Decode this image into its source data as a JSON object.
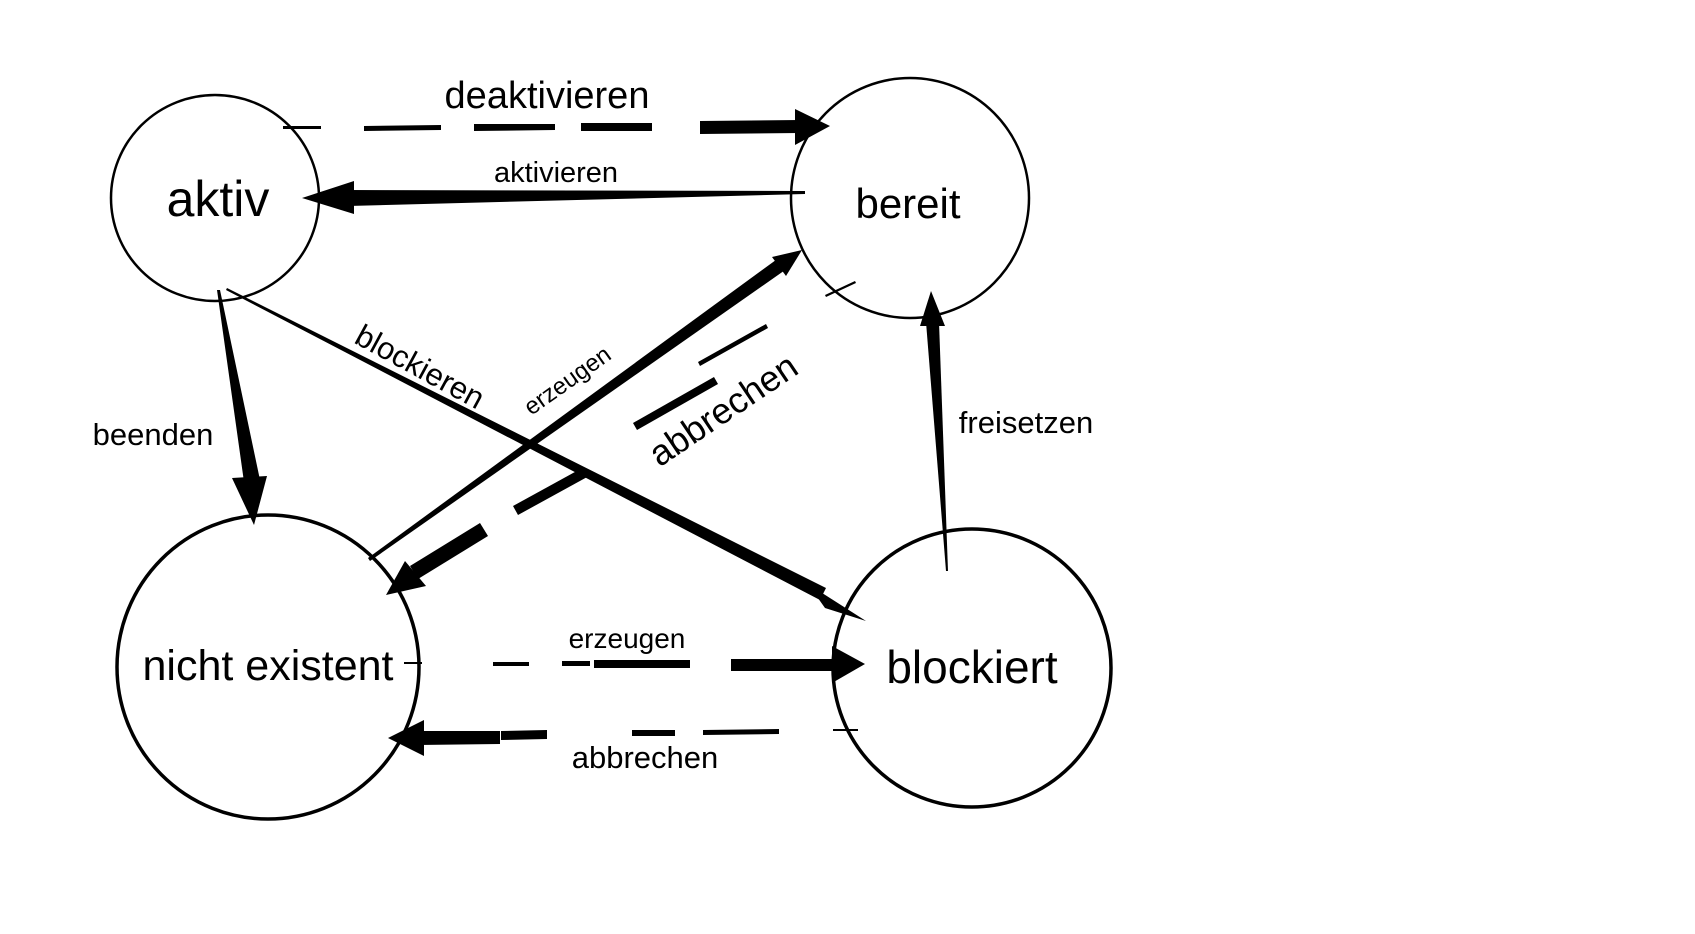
{
  "diagram": {
    "states": {
      "aktiv": "aktiv",
      "bereit": "bereit",
      "nicht_existent": "nicht existent",
      "blockiert": "blockiert"
    },
    "transitions": {
      "deaktivieren": "deaktivieren",
      "aktivieren": "aktivieren",
      "blockieren": "blockieren",
      "erzeugen_to_bereit": "erzeugen",
      "abbrechen_to_nicht_existent": "abbrechen",
      "beenden": "beenden",
      "freisetzen": "freisetzen",
      "erzeugen_to_blockiert": "erzeugen",
      "abbrechen_from_blockiert": "abbrechen"
    },
    "colors": {
      "stroke": "#000000",
      "background": "#ffffff"
    }
  }
}
